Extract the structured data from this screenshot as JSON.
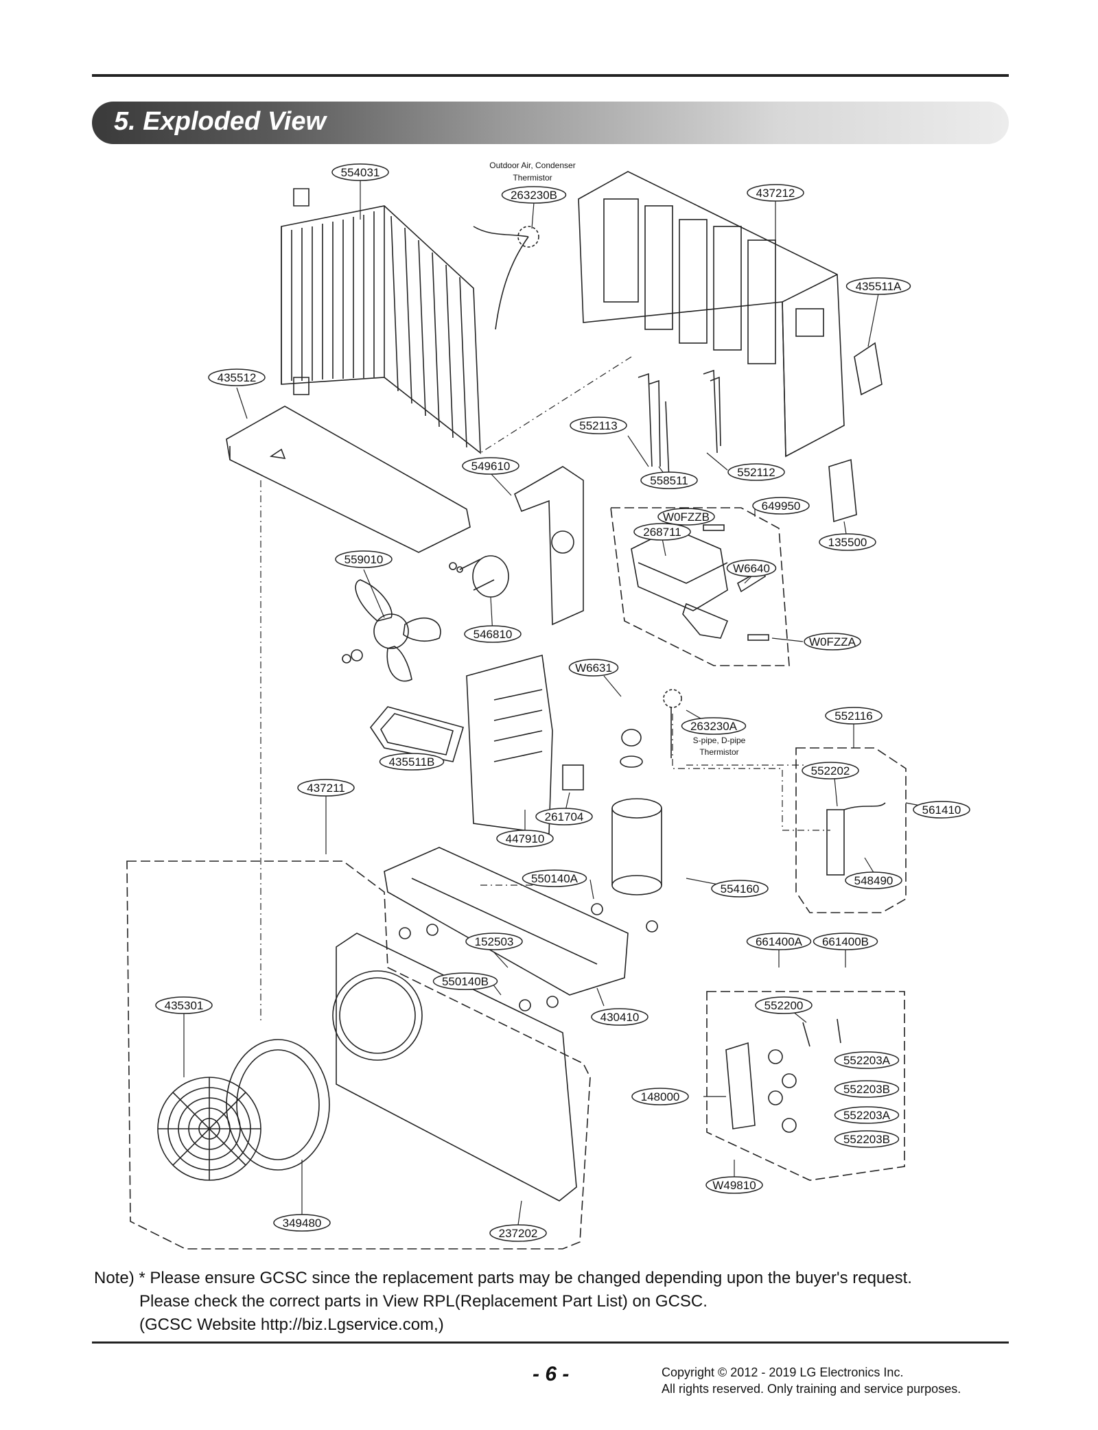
{
  "header": {
    "title": "5. Exploded View"
  },
  "diagram": {
    "part_labels": [
      "554031",
      "263230B",
      "437212",
      "435511A",
      "435512",
      "552113",
      "552112",
      "558511",
      "549610",
      "649950",
      "W0FZZB",
      "268711",
      "135500",
      "559010",
      "W6640",
      "546810",
      "W0FZZA",
      "W6631",
      "263230A",
      "552116",
      "435511B",
      "552202",
      "437211",
      "261704",
      "561410",
      "447910",
      "550140A",
      "554160",
      "548490",
      "661400A",
      "661400B",
      "152503",
      "550140B",
      "430410",
      "435301",
      "552200",
      "552203A",
      "552203B",
      "552203A",
      "552203B",
      "148000",
      "W49810",
      "349480",
      "237202"
    ],
    "captions": {
      "thermistor_top_line1": "Outdoor Air, Condenser",
      "thermistor_top_line2": "Thermistor",
      "thermistor_mid_line1": "S-pipe, D-pipe",
      "thermistor_mid_line2": "Thermistor"
    }
  },
  "note": {
    "line1": "Note) * Please ensure GCSC since the replacement parts may be changed depending upon the buyer's request.",
    "line2": "Please check  the correct parts in View RPL(Replacement Part List) on GCSC.",
    "line3": "(GCSC Website  http://biz.Lgservice.com,)"
  },
  "footer": {
    "page": "- 6 -",
    "copyright_line1": "Copyright © 2012 - 2019 LG Electronics Inc.",
    "copyright_line2": "All rights reserved. Only training and service purposes."
  }
}
